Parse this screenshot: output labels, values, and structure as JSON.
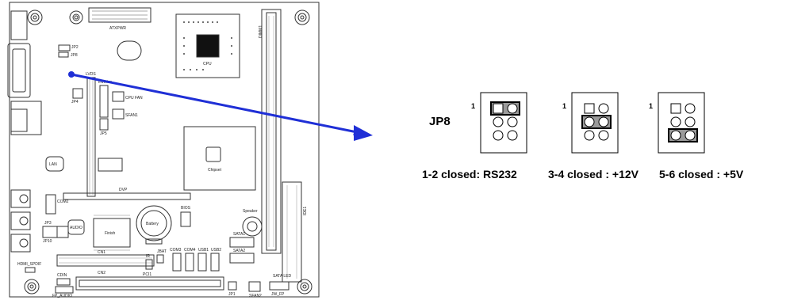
{
  "board": {
    "labels": {
      "atxpwr": "ATXPWR",
      "jp2": "JP2",
      "jp8": "JP8",
      "lvds": "LVDS",
      "inverter": "Inverter",
      "jp4": "JP4",
      "cpu_fan": "CPU FAN",
      "sfan1": "SFAN1",
      "jp5": "JP5",
      "lan": "LAN",
      "chipset": "Chipset",
      "cpu": "CPU",
      "dimm": "DIMM1",
      "dvp": "DVP",
      "com2": "COM2",
      "audio": "AUDIO",
      "jp3": "JP3",
      "jp10": "JP10",
      "finish": "Finish",
      "battery": "Battery",
      "bios": "BIOS",
      "speaker": "Speaker",
      "sata1": "SATA1",
      "sata2": "SATA2",
      "ide1": "IDE1",
      "cn1": "CN1",
      "cn2": "CN2",
      "com3": "COM3",
      "com4": "COM4",
      "usb1": "USB1",
      "usb2": "USB2",
      "ir": "IR",
      "jbat": "JBAT",
      "hdmi_spdif": "HDMI_SPDIF",
      "cdin": "CDIN",
      "fp_audio": "FP_AUDIO",
      "pci1": "PCI1",
      "sfan2": "SFAN2",
      "jw_fp": "JW_FP",
      "jp1": "JP1",
      "sata_led": "SATA LED"
    }
  },
  "jumper": {
    "title": "JP8",
    "pin1_marker": "1",
    "settings": [
      {
        "caption": "1-2 closed: RS232",
        "closed_row": 1
      },
      {
        "caption": "3-4 closed : +12V",
        "closed_row": 2
      },
      {
        "caption": "5-6 closed : +5V",
        "closed_row": 3
      }
    ]
  },
  "colors": {
    "arrow": "#1f2fd6",
    "jumper_cap": "#9a9a9a",
    "board_line": "#333333"
  }
}
